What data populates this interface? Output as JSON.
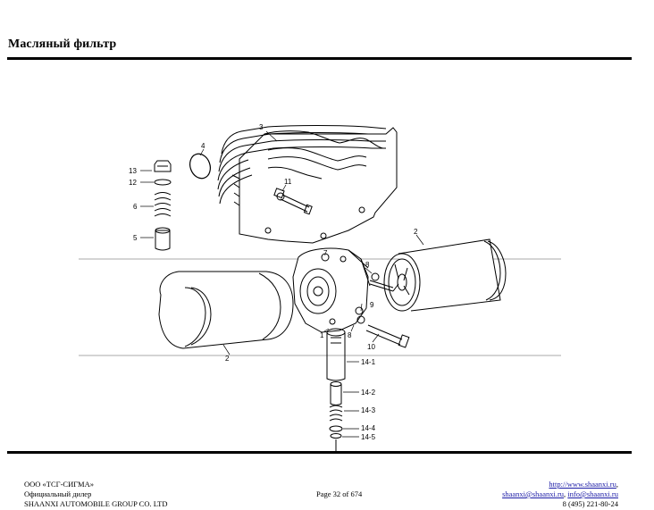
{
  "page": {
    "title": "Масляный фильтр"
  },
  "diagram": {
    "labels": {
      "p1": "1",
      "p2a": "2",
      "p2b": "2",
      "p3": "3",
      "p4": "4",
      "p5": "5",
      "p6": "6",
      "p7": "7",
      "p8a": "8",
      "p8b": "8",
      "p9": "9",
      "p10": "10",
      "p11": "11",
      "p12": "12",
      "p13": "13",
      "p14_1": "14-1",
      "p14_2": "14-2",
      "p14_3": "14-3",
      "p14_4": "14-4",
      "p14_5": "14-5"
    }
  },
  "footer": {
    "company": "ООО «ТСГ-СИГМА»",
    "dealer": "Официальный дилер",
    "group": "SHAANXI AUTOMOBILE GROUP CO. LTD",
    "page_number": "Page 32 of 674",
    "website": "http://www.shaanxi.ru",
    "email1": "shaanxi@shaanxi.ru",
    "email2": "info@shaanxi.ru",
    "phone": "8 (495) 221-80-24"
  }
}
